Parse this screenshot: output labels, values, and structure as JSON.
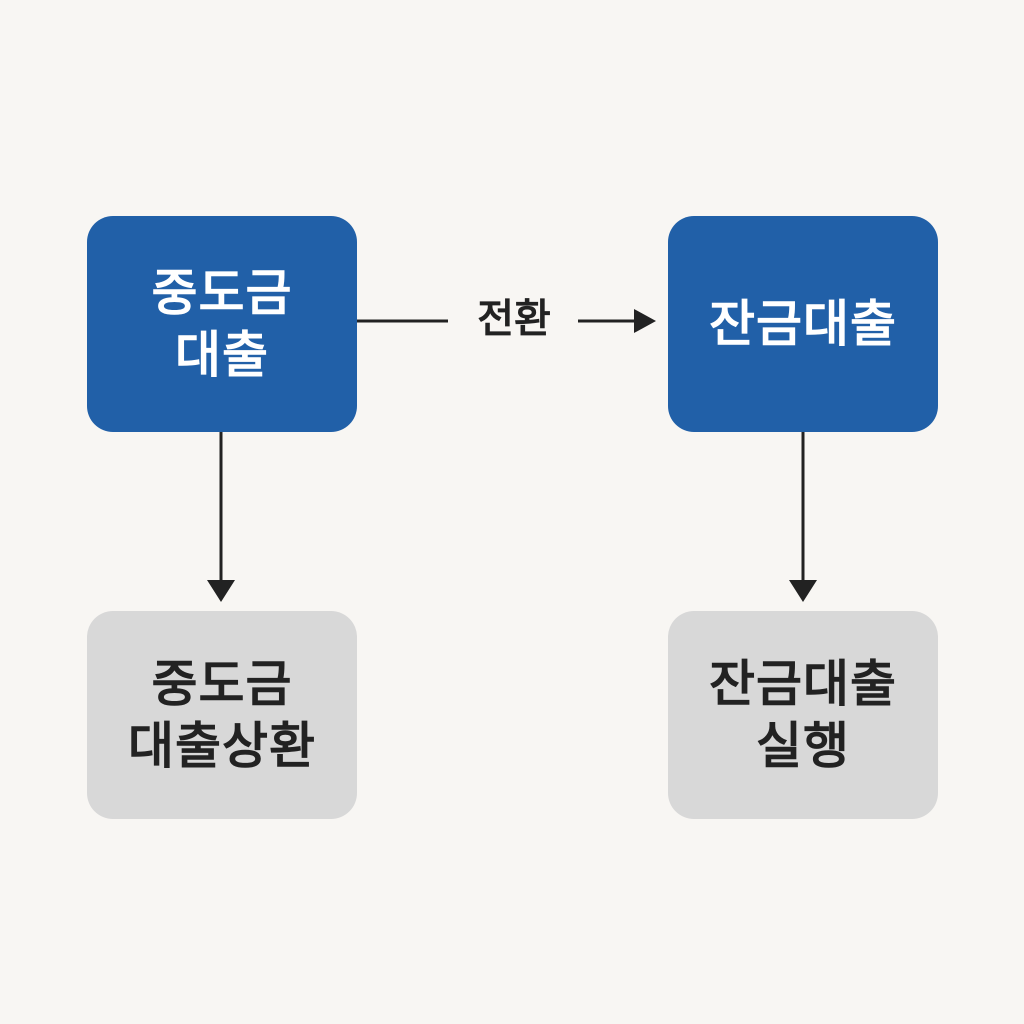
{
  "nodes": {
    "midterm_loan": {
      "lines": [
        "중도금",
        "대출"
      ]
    },
    "balance_loan": {
      "lines": [
        "잔금대출"
      ]
    },
    "midterm_repayment": {
      "lines": [
        "중도금",
        "대출상환"
      ]
    },
    "balance_execution": {
      "lines": [
        "잔금대출",
        "실행"
      ]
    }
  },
  "edges": {
    "transition": {
      "label": "전환"
    }
  },
  "colors": {
    "background": "#f8f6f3",
    "primary_box": "#2160a8",
    "secondary_box": "#d8d8d8",
    "arrow": "#222222",
    "primary_text": "#ffffff",
    "secondary_text": "#222222"
  }
}
